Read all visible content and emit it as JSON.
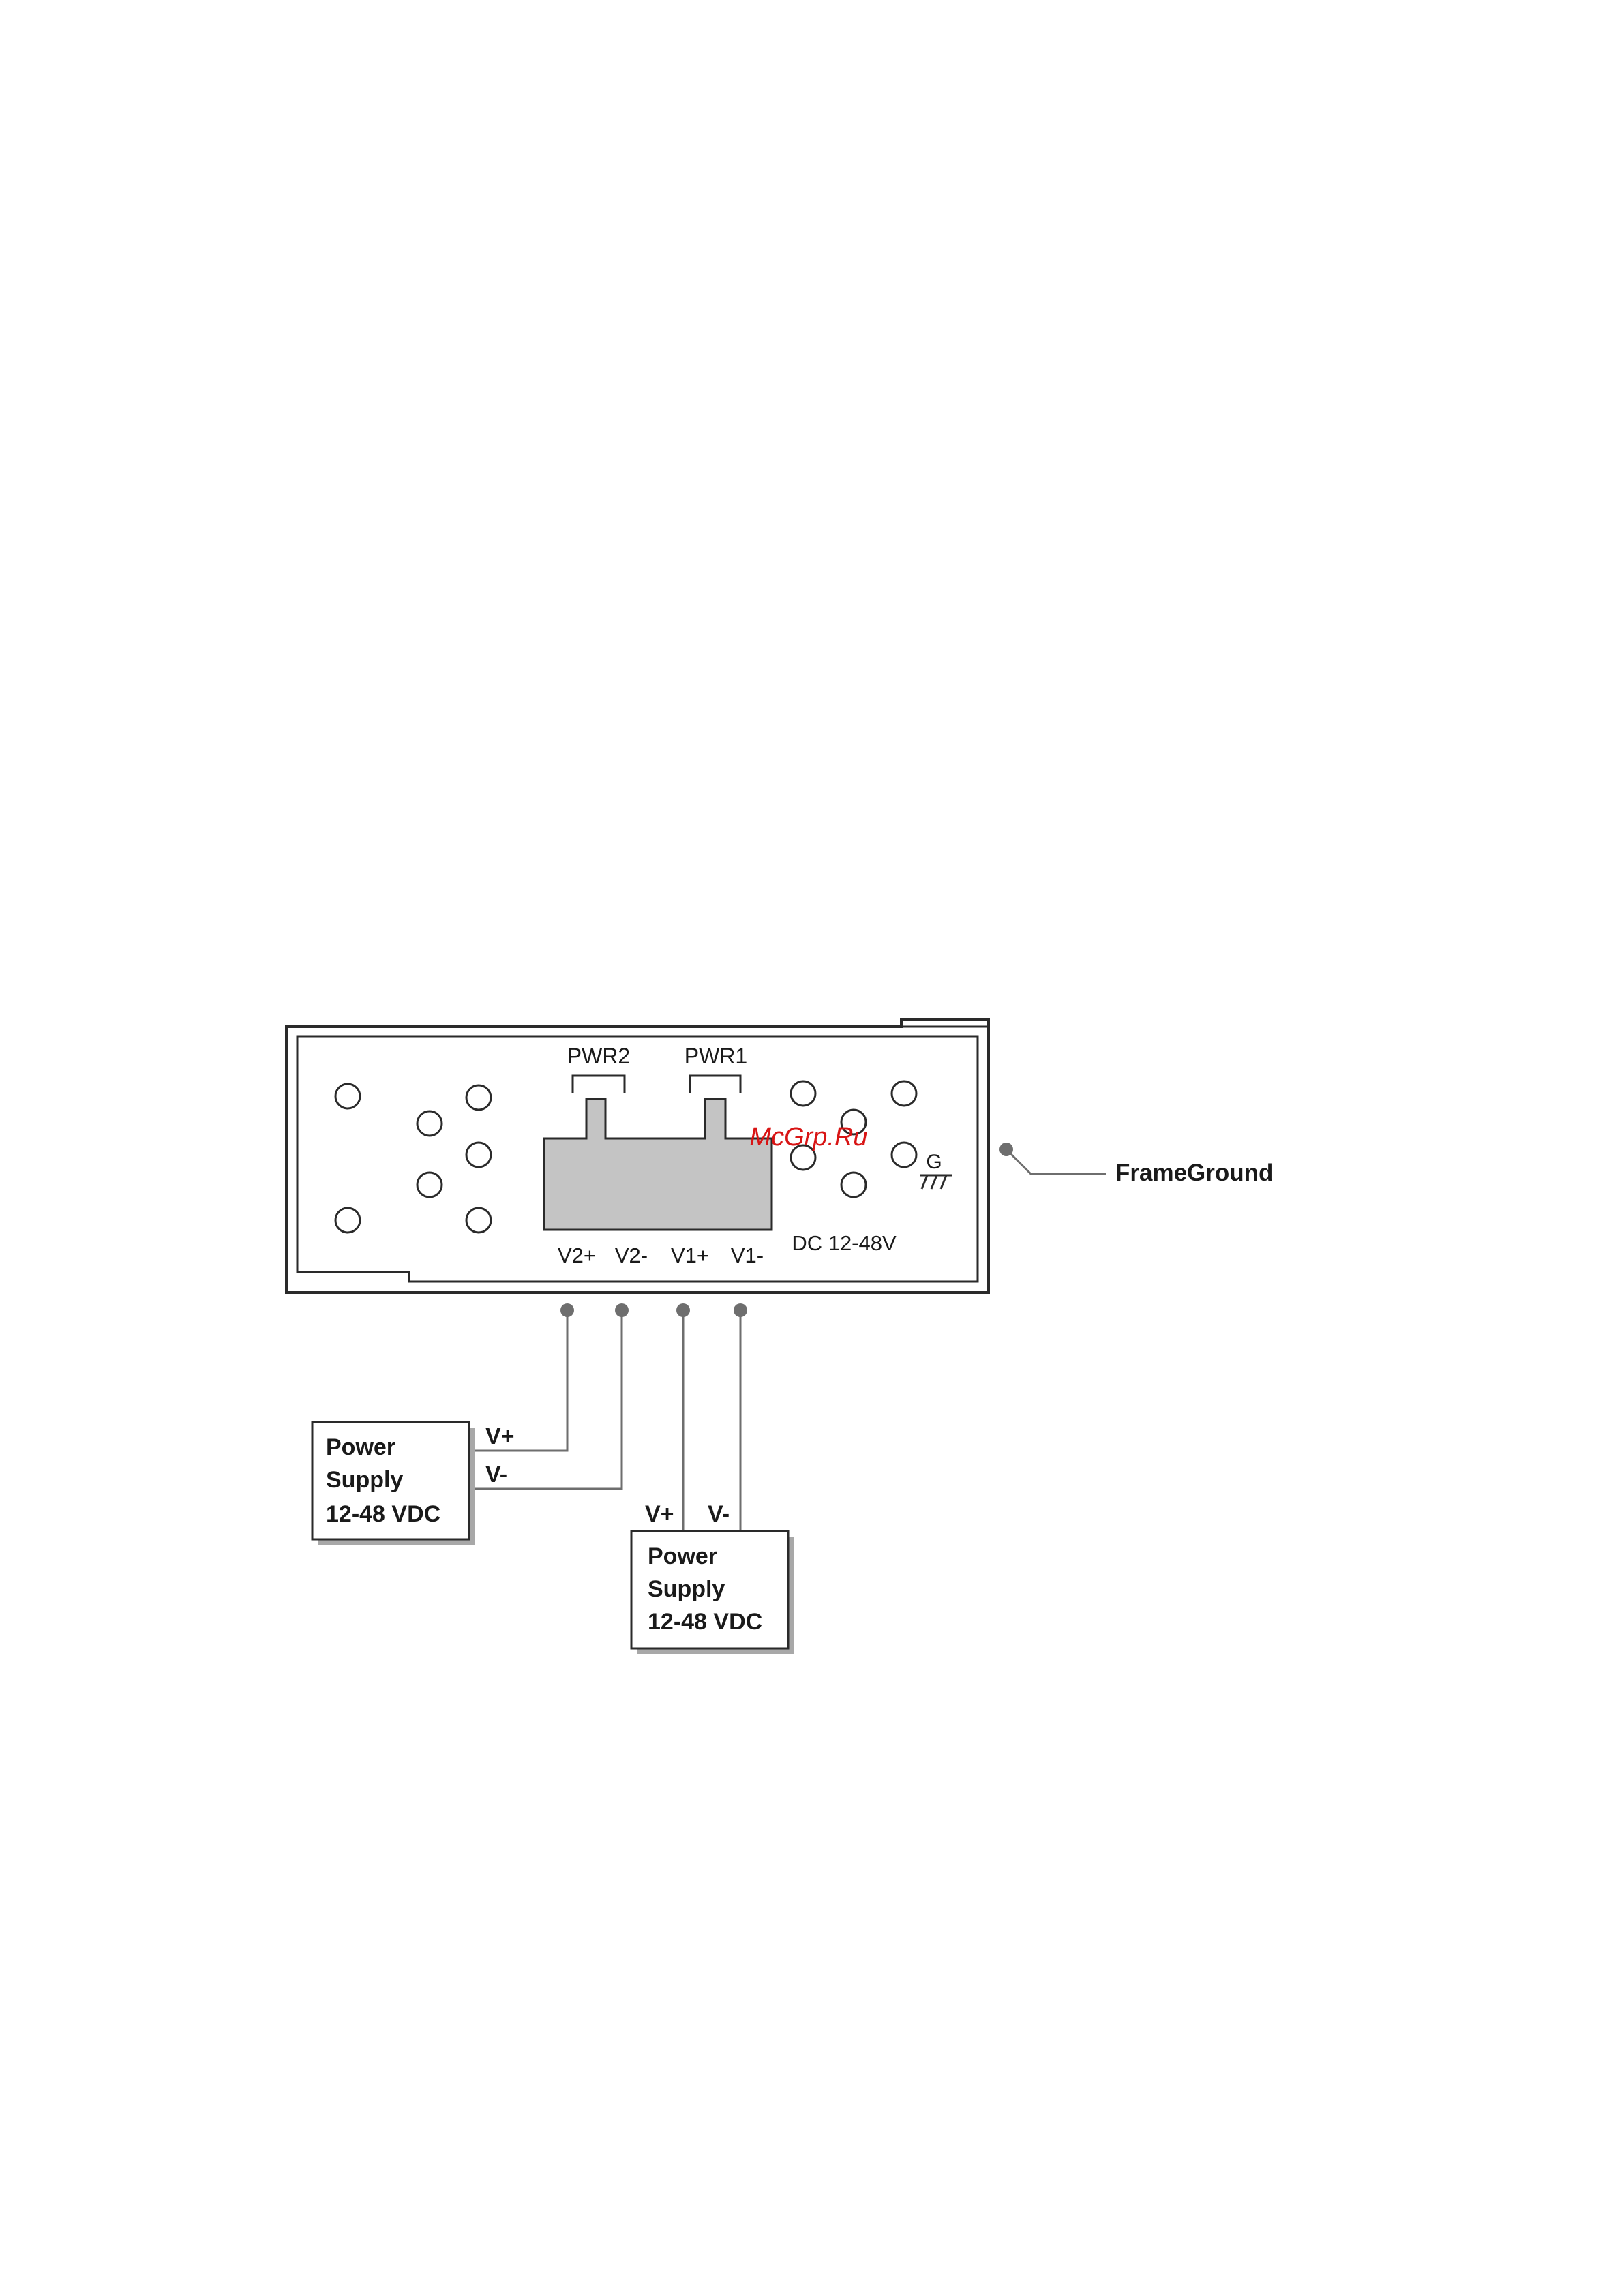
{
  "device": {
    "connector_labels": {
      "pwr2": "PWR2",
      "pwr1": "PWR1"
    },
    "terminal_labels": [
      "V2+",
      "V2-",
      "V1+",
      "V1-"
    ],
    "voltage_label": "DC 12-48V",
    "ground_symbol_label": "G",
    "frame_ground_label": "FrameGround",
    "colors": {
      "outline": "#2a2a2a",
      "terminal_block_fill": "#c4c4c4",
      "wire": "#6e6e6e",
      "dot": "#6e6e6e"
    }
  },
  "supply_left": {
    "lines": [
      "Power",
      "Supply",
      "12-48 VDC"
    ],
    "plus_label": "V+",
    "minus_label": "V-"
  },
  "supply_right": {
    "lines": [
      "Power",
      "Supply",
      "12-48 VDC"
    ],
    "plus_label": "V+",
    "minus_label": "V-"
  },
  "watermark": {
    "text": "McGrp.Ru",
    "color": "#d81414"
  }
}
